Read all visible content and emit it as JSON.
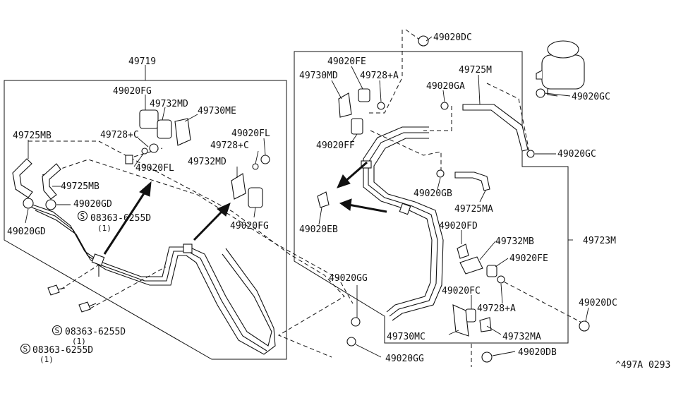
{
  "labels": {
    "l49719": "49719",
    "l49020fg_a": "49020FG",
    "l49732md_a": "49732MD",
    "l49730me": "49730ME",
    "l49725mb_a": "49725MB",
    "l49728c_a": "49728+C",
    "l49020fl_a": "49020FL",
    "l49728c_b": "49728+C",
    "l49020fl_b": "49020FL",
    "l49732md_b": "49732MD",
    "l49725mb_b": "49725MB",
    "l49020gd_a": "49020GD",
    "l49020gd_b": "49020GD",
    "l08363_a": "08363-6255D",
    "l08363_a_qty": "(1)",
    "l49020fg_b": "49020FG",
    "l08363_b": "08363-6255D",
    "l08363_b_qty": "(1)",
    "l08363_c": "08363-6255D",
    "l08363_c_qty": "(1)",
    "l49020dc_a": "49020DC",
    "l49020fe_a": "49020FE",
    "l49730md": "49730MD",
    "l49728a_a": "49728+A",
    "l49725m": "49725M",
    "l49020ga": "49020GA",
    "l49020gc_a": "49020GC",
    "l49020ff": "49020FF",
    "l49020gc_b": "49020GC",
    "l49020gb": "49020GB",
    "l49725ma": "49725MA",
    "l49020eb": "49020EB",
    "l49020fd": "49020FD",
    "l49723m": "49723M",
    "l49732mb": "49732MB",
    "l49020fe_b": "49020FE",
    "l49020gg_a": "49020GG",
    "l49020fc": "49020FC",
    "l49728a_b": "49728+A",
    "l49020dc_b": "49020DC",
    "l49730mc": "49730MC",
    "l49732ma": "49732MA",
    "l49020gg_b": "49020GG",
    "l49020db": "49020DB",
    "ref": "^497A 0293",
    "s_mark": "S"
  }
}
